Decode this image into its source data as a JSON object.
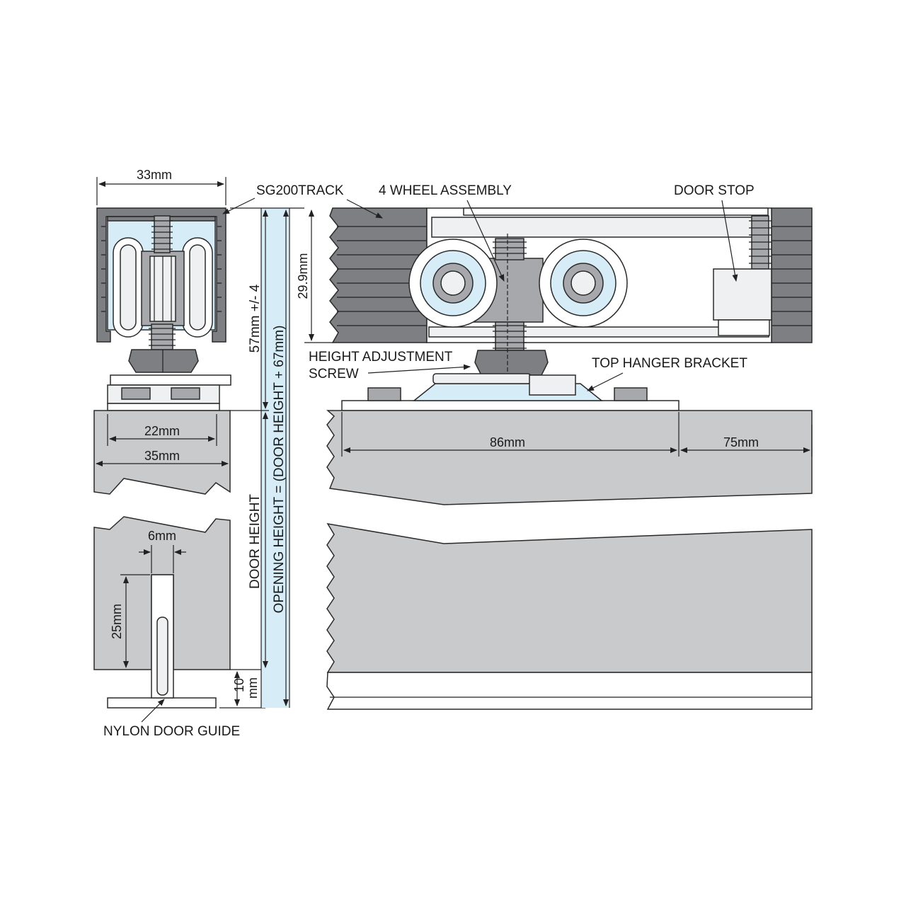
{
  "labels": {
    "track": "SG200TRACK",
    "wheel_assembly": "4 WHEEL ASSEMBLY",
    "door_stop": "DOOR STOP",
    "height_adjustment_1": "HEIGHT ADJUSTMENT",
    "height_adjustment_2": "SCREW",
    "top_hanger_bracket": "TOP HANGER BRACKET",
    "nylon_door_guide": "NYLON DOOR GUIDE",
    "door_height": "DOOR HEIGHT",
    "opening_height": "OPENING HEIGHT = (DOOR HEIGHT + 67mm)"
  },
  "dimensions": {
    "track_width": "33mm",
    "track_height": "29.9mm",
    "hanger_height": "57mm +/- 4",
    "bracket_width": "22mm",
    "door_thickness": "35mm",
    "bracket_length": "86mm",
    "bracket_offset": "75mm",
    "groove_width": "6mm",
    "guide_depth": "25mm",
    "floor_gap_1": "10",
    "floor_gap_2": "mm"
  },
  "colors": {
    "door": "#c9cacc",
    "track": "#7d7f82",
    "highlight": "#d6ecf7"
  }
}
